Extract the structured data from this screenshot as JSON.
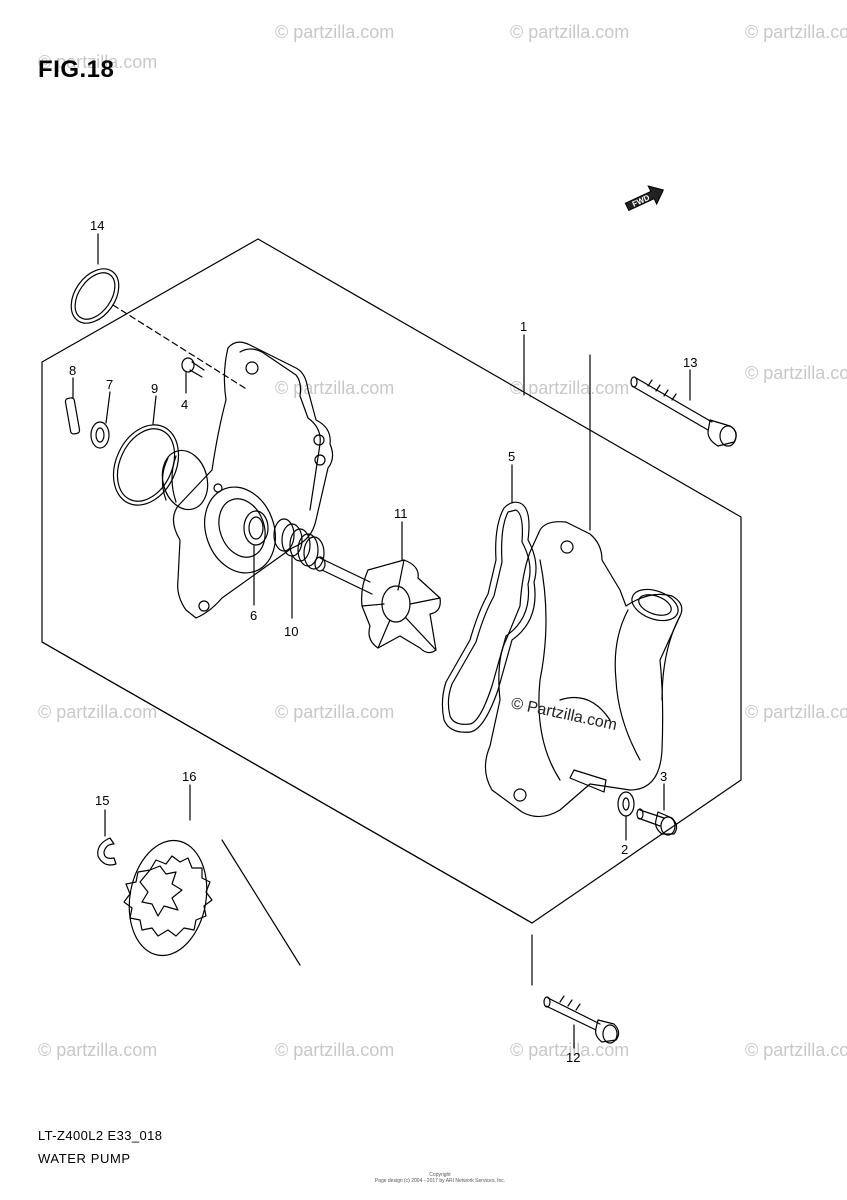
{
  "figure": {
    "title": "FIG.18"
  },
  "footer": {
    "code": "LT-Z400L2 E33_018",
    "name": "WATER PUMP",
    "copyright_line1": "Copyright",
    "copyright_line2": "Page design (c) 2004 - 2017 by ARI Network Services, Inc."
  },
  "watermark": {
    "text": "© partzilla.com",
    "center_text": "© Partzilla.com"
  },
  "direction_badge": {
    "label": "FWD"
  },
  "callouts": {
    "c1": "1",
    "c2": "2",
    "c3": "3",
    "c4": "4",
    "c5": "5",
    "c6": "6",
    "c7": "7",
    "c8": "8",
    "c9": "9",
    "c10": "10",
    "c11": "11",
    "c12": "12",
    "c13": "13",
    "c14": "14",
    "c15": "15",
    "c16": "16"
  }
}
